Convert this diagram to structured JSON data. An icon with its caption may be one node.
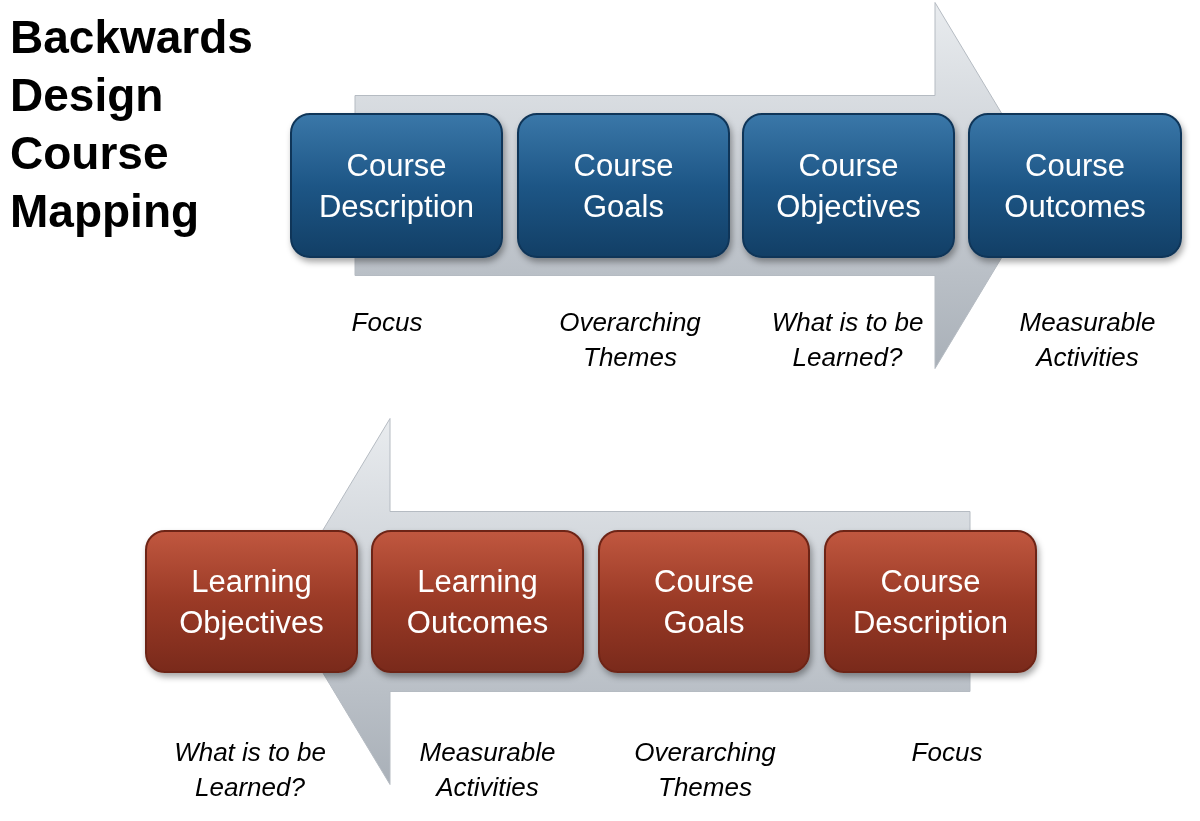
{
  "diagram": {
    "title": "Backwards Design Course Mapping",
    "nodes": [
      {
        "text": [
          "Course Description"
        ],
        "beside": [
          "Focus"
        ]
      },
      {
        "text": [
          "Course Goals"
        ],
        "beside": [
          "Overarching Themes"
        ]
      },
      {
        "text": [
          "Course Objectives"
        ],
        "beside": [
          "What is to be Learned?"
        ]
      },
      {
        "text": [
          "Course Outcomes"
        ],
        "beside": [
          "Measurable Activities"
        ]
      },
      {
        "text": [
          "Learning Objectives"
        ],
        "beside": [
          "What is to be Learned?"
        ]
      },
      {
        "text": [
          "Learning Outcomes"
        ],
        "beside": [
          "Measurable Activities"
        ]
      },
      {
        "text": [
          "Course Goals"
        ],
        "beside": [
          "Overarching Themes"
        ]
      },
      {
        "text": [
          "Course Description"
        ],
        "beside": [
          "Focus"
        ]
      }
    ],
    "edges": [
      {
        "from": 0,
        "to": 3,
        "arrow": "to",
        "style": "thick"
      },
      {
        "from": 7,
        "to": 4,
        "arrow": "to",
        "style": "thick"
      }
    ]
  }
}
